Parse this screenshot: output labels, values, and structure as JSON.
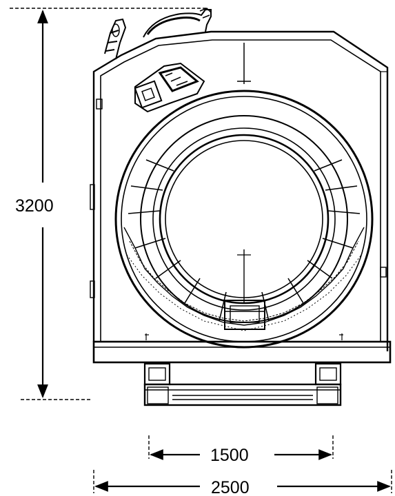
{
  "dimensions": {
    "height": "3200",
    "inner_width": "1500",
    "overall_width": "2500"
  }
}
